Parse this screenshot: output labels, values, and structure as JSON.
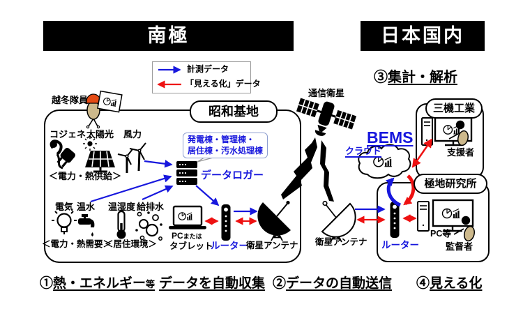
{
  "colors": {
    "accent_blue": "#1717dd",
    "accent_red": "#ee1111",
    "banner_bg": "#000000",
    "member_cap": "#e54b14",
    "person_body": "#cdb98c"
  },
  "banners": {
    "antarctica": "南極",
    "japan": "日本国内"
  },
  "legend": {
    "measured_label": "計測データ",
    "visualized_label": "「見える化」データ"
  },
  "showa": {
    "member_label": "越冬隊員",
    "station_label": "昭和基地",
    "cogen_label": "コジェネ",
    "solar_label": "太陽光",
    "wind_label": "風力",
    "supply_caption": "＜電力・熱供給＞",
    "electricity_label": "電気",
    "hotwater_label": "温水",
    "temphumid_label": "温湿度",
    "watersupply_label": "給排水",
    "demand_caption": "＜電力・熱需要＞",
    "living_caption": "＜居住環境＞",
    "callout_line1": "発電棟・管理棟・",
    "callout_line2": "居住棟・汚水処理棟",
    "datalogger_label": "データロガー",
    "pc_label_main": "PC",
    "pc_label_small": "または",
    "pc_label_bottom": "タブレット",
    "router_label": "ルーター",
    "antenna_label": "衛星アンテナ"
  },
  "center": {
    "satellite_label": "通信衛星",
    "antenna_label": "衛星アンテナ"
  },
  "japan": {
    "step3_num": "③",
    "step3_text": "集計・解析",
    "bems_label": "BEMS",
    "cloud_label": "クラウド",
    "sanki_title": "三機工業",
    "sanki_person": "支援者",
    "nipr_title": "極地研究所",
    "nipr_router": "ルーター",
    "nipr_pc": "PC等",
    "nipr_person": "監督者"
  },
  "footnotes": {
    "f1_num": "①",
    "f1_a": "熱・エネルギー",
    "f1_small": "等",
    "f1_b": "データを自動収集",
    "f2_num": "②",
    "f2_text": "データの自動送信",
    "f4_num": "④",
    "f4_text": "見える化"
  }
}
